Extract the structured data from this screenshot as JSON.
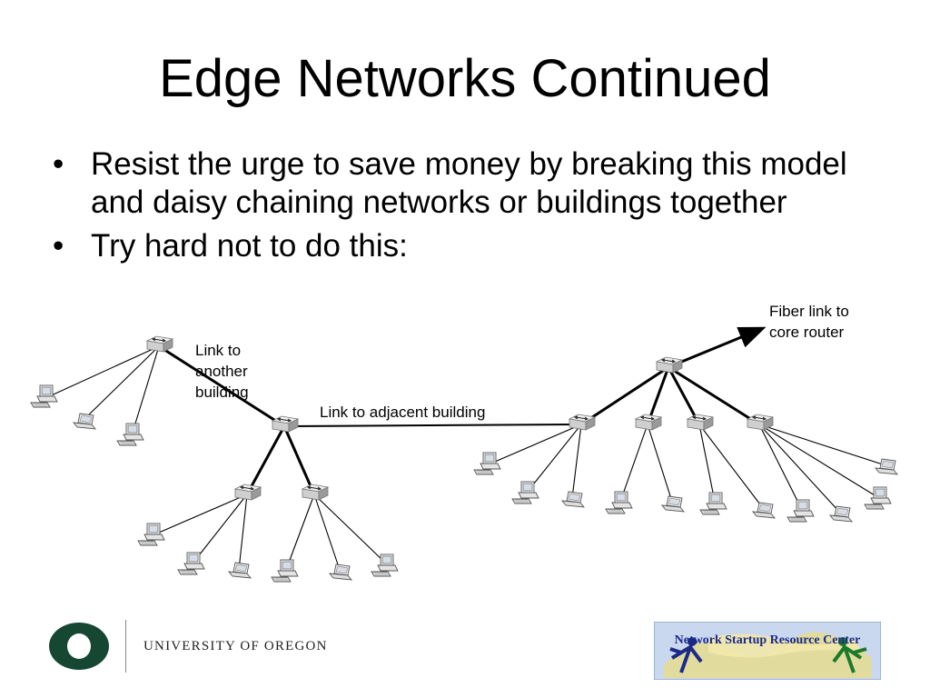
{
  "slide": {
    "title": "Edge Networks Continued",
    "bullets": [
      "Resist the urge to save money by breaking this model and daisy chaining networks or buildings together",
      "Try hard not to do this:"
    ],
    "bullet_glyph": "•"
  },
  "diagram": {
    "labels": {
      "link_to_building": [
        "Link to",
        "another",
        "building"
      ],
      "adjacent": "Link to adjacent building",
      "fiber": [
        "Fiber link to",
        "core router"
      ]
    },
    "icons": [
      "switch-icon",
      "desktop-computer-icon",
      "laptop-icon",
      "arrow-icon"
    ]
  },
  "footer": {
    "university": "UNIVERSITY OF OREGON",
    "nsrc": "Network Startup Resource Center",
    "colors": {
      "uo_green": "#154733",
      "nsrc_blue": "#1a2a8a"
    }
  }
}
